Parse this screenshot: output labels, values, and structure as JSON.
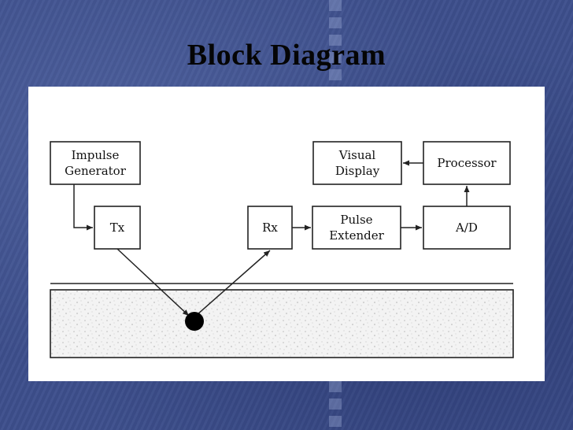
{
  "slide": {
    "title": "Block Diagram"
  },
  "diagram": {
    "blocks": {
      "impulse_generator": [
        "Impulse",
        "Generator"
      ],
      "tx": "Tx",
      "rx": "Rx",
      "pulse_extender": [
        "Pulse",
        "Extender"
      ],
      "ad": "A/D",
      "processor": "Processor",
      "visual_display": [
        "Visual",
        "Display"
      ]
    }
  }
}
